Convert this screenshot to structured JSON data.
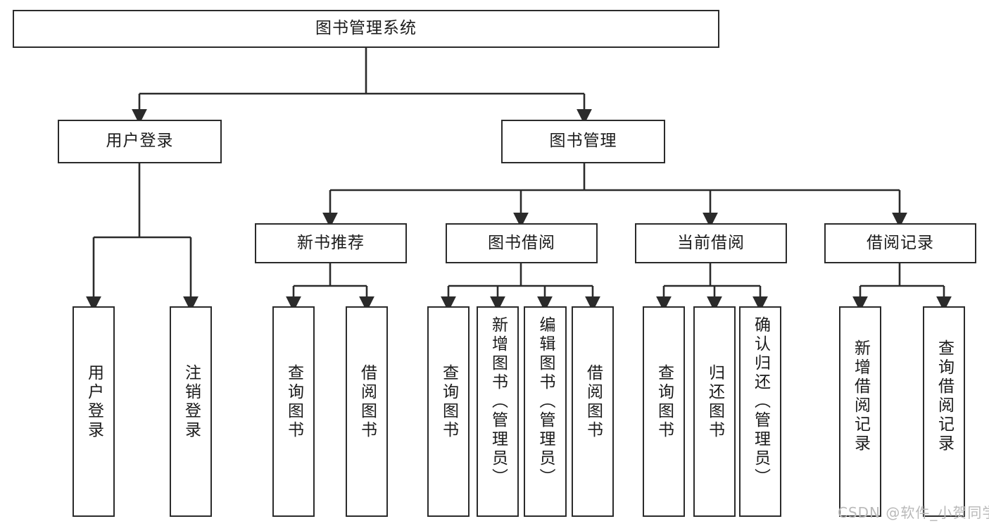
{
  "diagram": {
    "title": "图书管理系统",
    "type": "tree-hierarchy",
    "colors": {
      "box_border": "#2b2b2b",
      "box_fill": "#ffffff",
      "connector": "#2b2b2b",
      "watermark": "#b9b9b9",
      "background": "#ffffff"
    }
  },
  "root": {
    "label": "图书管理系统"
  },
  "level2": [
    {
      "label": "用户登录"
    },
    {
      "label": "图书管理"
    }
  ],
  "level3": [
    {
      "label": "新书推荐"
    },
    {
      "label": "图书借阅"
    },
    {
      "label": "当前借阅"
    },
    {
      "label": "借阅记录"
    }
  ],
  "leaves": {
    "user_login": [
      {
        "label": "用户登录"
      },
      {
        "label": "注销登录"
      }
    ],
    "new_book_recommend": [
      {
        "label": "查询图书"
      },
      {
        "label": "借阅图书"
      }
    ],
    "book_borrow": [
      {
        "label": "查询图书"
      },
      {
        "label": "新增图书（管理员）"
      },
      {
        "label": "编辑图书（管理员）"
      },
      {
        "label": "借阅图书"
      }
    ],
    "current_borrow": [
      {
        "label": "查询图书"
      },
      {
        "label": "归还图书"
      },
      {
        "label": "确认归还（管理员）"
      }
    ],
    "borrow_record": [
      {
        "label": "新增借阅记录"
      },
      {
        "label": "查询借阅记录"
      }
    ]
  },
  "watermark": {
    "text": "CSDN @软件_小贺同学"
  }
}
